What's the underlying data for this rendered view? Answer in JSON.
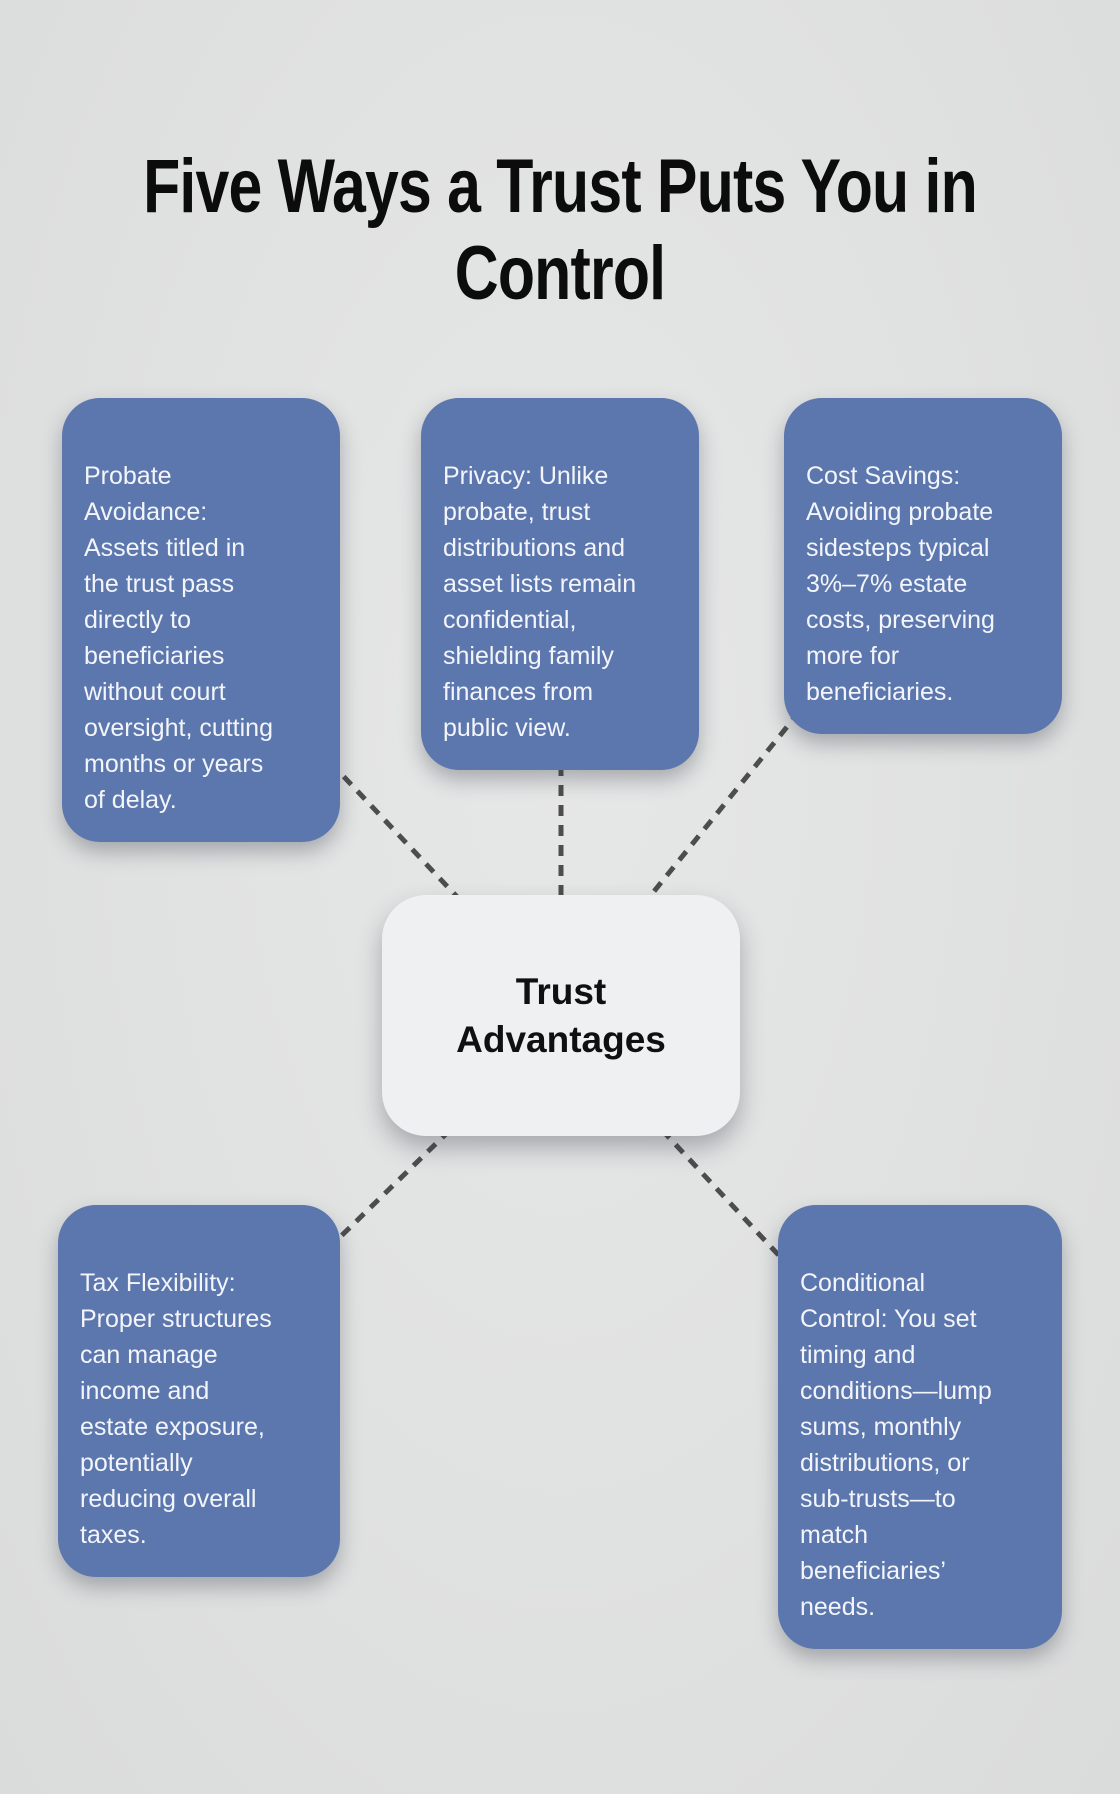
{
  "page": {
    "title": "Five Ways a Trust Puts You in Control",
    "background_color": "#e0e1e1"
  },
  "diagram": {
    "center_node": {
      "label": "Trust Advantages",
      "bg_color": "#eef0f2",
      "text_color": "#101010"
    },
    "style": {
      "node_color": "#5c77ad",
      "node_text_color": "#f3f5fa",
      "connector_color": "#4d4d4d"
    },
    "nodes": [
      {
        "id": "probate-avoidance",
        "text": "Probate\nAvoidance:\nAssets titled in\nthe trust pass\ndirectly to\nbeneficiaries\nwithout court\noversight, cutting\nmonths or years\nof delay."
      },
      {
        "id": "privacy",
        "text": "Privacy: Unlike\nprobate, trust\ndistributions and\nasset lists remain\nconfidential,\nshielding family\nfinances from\npublic view."
      },
      {
        "id": "cost-savings",
        "text": "Cost Savings:\nAvoiding probate\nsidesteps typical\n3%–7% estate\ncosts, preserving\nmore for\nbeneficiaries."
      },
      {
        "id": "tax-flexibility",
        "text": "Tax Flexibility:\nProper structures\ncan manage\nincome and\nestate exposure,\npotentially\nreducing overall\ntaxes."
      },
      {
        "id": "conditional-control",
        "text": "Conditional\nControl: You set\ntiming and\nconditions—lump\nsums, monthly\ndistributions, or\nsub-trusts—to\nmatch\nbeneficiaries’\nneeds."
      }
    ]
  }
}
